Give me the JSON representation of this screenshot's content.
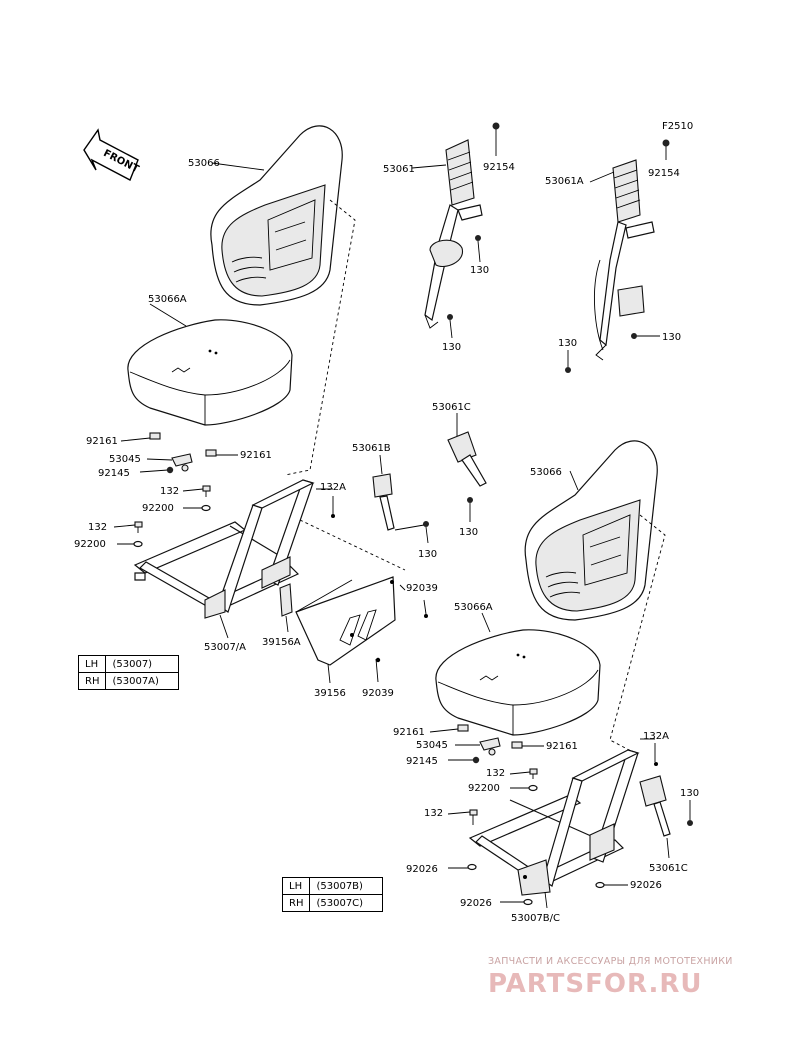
{
  "diagram_id": "F2510",
  "front_indicator": "FRONT",
  "labels": {
    "seat_back_left": "53066",
    "seat_cushion_left": "53066A",
    "seat_back_right": "53066",
    "seat_cushion_right": "53066A",
    "belt_left": "53061",
    "belt_right": "53061A",
    "buckle_center": "53061B",
    "buckle_upper": "53061C",
    "buckle_right": "53061C",
    "bolt_92154_a": "92154",
    "bolt_92154_b": "92154",
    "bolt_130_a": "130",
    "bolt_130_b": "130",
    "bolt_130_c": "130",
    "bolt_130_d": "130",
    "bolt_130_e": "130",
    "bolt_130_f": "130",
    "bolt_130_g": "130",
    "clip_92161_a": "92161",
    "clip_92161_b": "92161",
    "clip_92161_c": "92161",
    "clip_92161_d": "92161",
    "bracket_53045_a": "53045",
    "bracket_53045_b": "53045",
    "nut_92145_a": "92145",
    "nut_92145_b": "92145",
    "bolt_132_a": "132",
    "bolt_132_b": "132",
    "bolt_132_c": "132",
    "bolt_132_d": "132",
    "bolt_132A_a": "132A",
    "bolt_132A_b": "132A",
    "washer_92200_a": "92200",
    "washer_92200_b": "92200",
    "washer_92200_c": "92200",
    "frame_left": "53007/A",
    "frame_right": "53007B/C",
    "plate_39156A": "39156A",
    "plate_39156": "39156",
    "screw_92039_a": "92039",
    "screw_92039_b": "92039",
    "washer_92026_a": "92026",
    "washer_92026_b": "92026",
    "washer_92026_c": "92026"
  },
  "table_left": {
    "rows": [
      {
        "side": "LH",
        "code": "(53007)"
      },
      {
        "side": "RH",
        "code": "(53007A)"
      }
    ]
  },
  "table_right": {
    "rows": [
      {
        "side": "LH",
        "code": "(53007B)"
      },
      {
        "side": "RH",
        "code": "(53007C)"
      }
    ]
  },
  "watermark": {
    "tagline": "ЗАПЧАСТИ И АКСЕССУАРЫ ДЛЯ МОТОТЕХНИКИ",
    "brand": "PARTSFOR.RU"
  }
}
